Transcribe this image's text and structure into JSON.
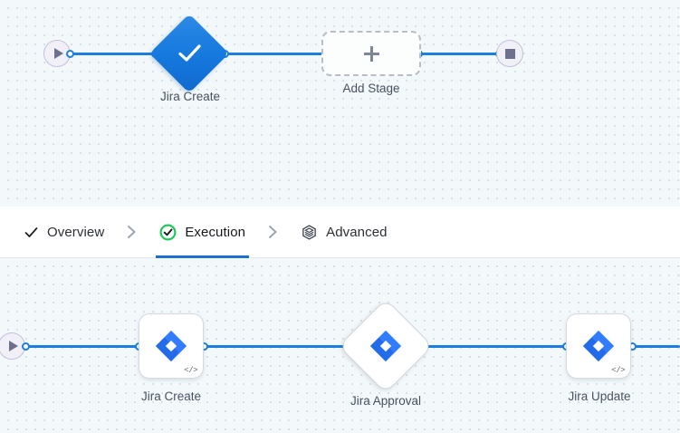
{
  "tabs": {
    "items": [
      {
        "label": "Overview",
        "icon": "check-icon",
        "active": false
      },
      {
        "label": "Execution",
        "icon": "check-circle-icon",
        "active": true
      },
      {
        "label": "Advanced",
        "icon": "layers-hexagon-icon",
        "active": false
      }
    ],
    "separator_icon": "chevron-right-icon",
    "active_underline_color": "#1b6fd1",
    "check_circle_color": "#22c55e"
  },
  "canvas_top": {
    "start_node": {
      "icon": "play-icon",
      "name": "start"
    },
    "end_node": {
      "icon": "stop-icon",
      "name": "stop"
    },
    "nodes": [
      {
        "label": "Jira Create",
        "shape": "diamond",
        "state": "success",
        "icon": "check-icon"
      },
      {
        "label": "Add Stage",
        "shape": "dashed-rect",
        "icon": "plus-icon"
      }
    ],
    "edge_color": "#1b7ee0",
    "background": "#f3f9fb"
  },
  "canvas_bottom": {
    "start_node": {
      "icon": "play-icon",
      "name": "start"
    },
    "nodes": [
      {
        "label": "Jira Create",
        "shape": "rounded-square",
        "icon": "jira-icon",
        "badge": "</>"
      },
      {
        "label": "Jira Approval",
        "shape": "diamond",
        "icon": "jira-icon",
        "badge": ""
      },
      {
        "label": "Jira Update",
        "shape": "rounded-square",
        "icon": "jira-icon",
        "badge": "</>"
      }
    ],
    "edge_color": "#1b7ee0",
    "background": "#f3f9fb"
  },
  "colors": {
    "accent_blue": "#1b7ee0",
    "jira_blue_light": "#2684ff",
    "jira_blue_dark": "#2048c8",
    "terminal_fill": "#f1f0f9",
    "terminal_glyph": "#6f6f8e",
    "label_text": "#4a5160"
  }
}
